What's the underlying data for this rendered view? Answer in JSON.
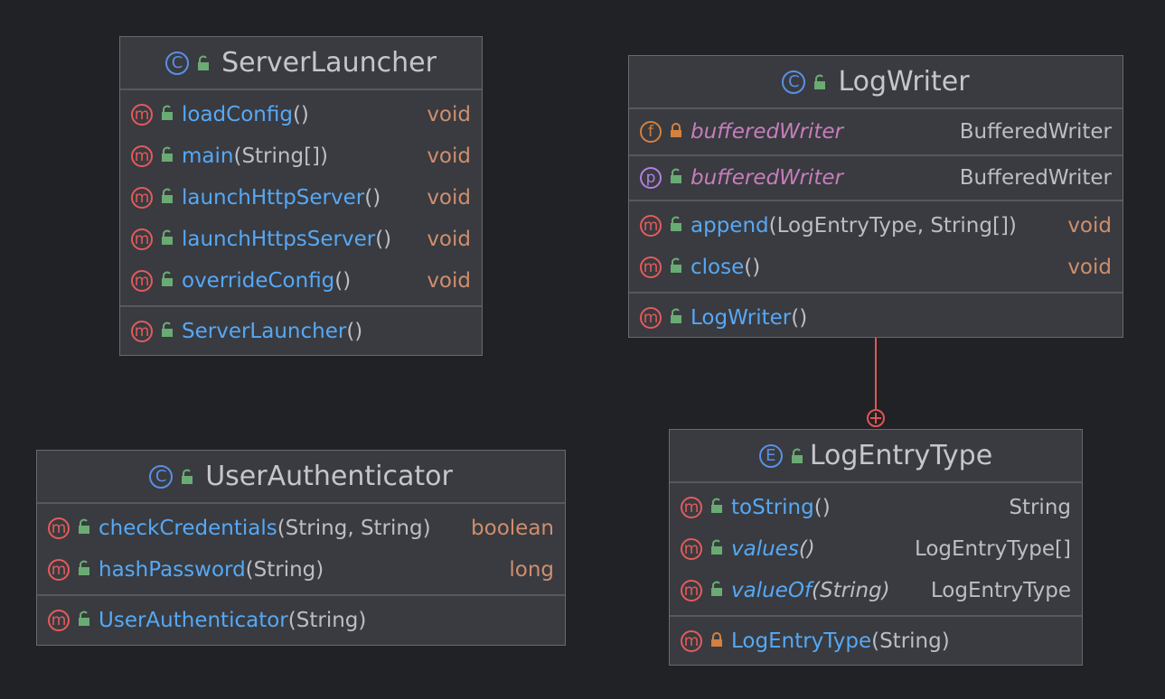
{
  "colors": {
    "background": "#212225",
    "box": "#393b40",
    "method_name": "#56a8f5",
    "return_type": "#cf8e6d",
    "field_name": "#c77dbb",
    "connector": "#e05555"
  },
  "icons": {
    "class": "C",
    "enum": "E",
    "method": "m",
    "field": "f",
    "property": "p"
  },
  "server_launcher": {
    "title": "ServerLauncher",
    "methods": [
      {
        "name": "loadConfig",
        "args": "()",
        "type": "void"
      },
      {
        "name": "main",
        "args": "(String[])",
        "type": "void"
      },
      {
        "name": "launchHttpServer",
        "args": "()",
        "type": "void"
      },
      {
        "name": "launchHttpsServer",
        "args": "()",
        "type": "void"
      },
      {
        "name": "overrideConfig",
        "args": "()",
        "type": "void"
      }
    ],
    "constructor": {
      "name": "ServerLauncher",
      "args": "()"
    }
  },
  "log_writer": {
    "title": "LogWriter",
    "field": {
      "name": "bufferedWriter",
      "type": "BufferedWriter"
    },
    "property": {
      "name": "bufferedWriter",
      "type": "BufferedWriter"
    },
    "methods": [
      {
        "name": "append",
        "args": "(LogEntryType, String[])",
        "type": "void"
      },
      {
        "name": "close",
        "args": "()",
        "type": "void"
      }
    ],
    "constructor": {
      "name": "LogWriter",
      "args": "()"
    }
  },
  "user_authenticator": {
    "title": "UserAuthenticator",
    "methods": [
      {
        "name": "checkCredentials",
        "args": "(String, String)",
        "type": "boolean"
      },
      {
        "name": "hashPassword",
        "args": "(String)",
        "type": "long"
      }
    ],
    "constructor": {
      "name": "UserAuthenticator",
      "args": "(String)"
    }
  },
  "log_entry_type": {
    "title": "LogEntryType",
    "methods": [
      {
        "name": "toString",
        "args": "()",
        "type": "String"
      },
      {
        "name": "values",
        "args": "()",
        "type": "LogEntryType[]"
      },
      {
        "name": "valueOf",
        "args": "(String)",
        "type": "LogEntryType"
      }
    ],
    "constructor": {
      "name": "LogEntryType",
      "args": "(String)"
    }
  }
}
